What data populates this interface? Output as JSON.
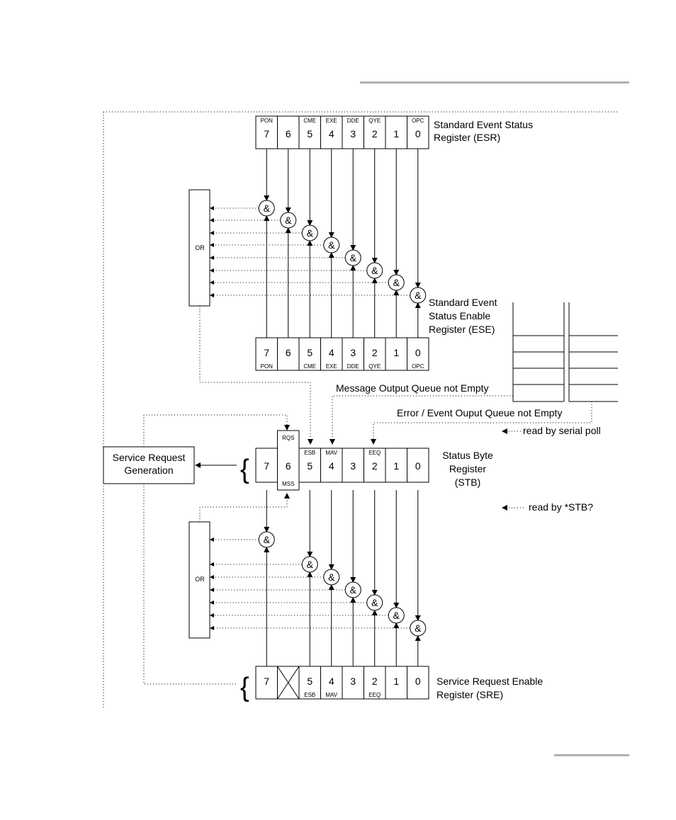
{
  "esr": {
    "title_line1": "Standard Event Status",
    "title_line2": "Register (ESR)",
    "bits": [
      "7",
      "6",
      "5",
      "4",
      "3",
      "2",
      "1",
      "0"
    ],
    "names": [
      "PON",
      "",
      "CME",
      "EXE",
      "DDE",
      "QYE",
      "",
      "OPC"
    ]
  },
  "ese": {
    "title_line1": "Standard Event",
    "title_line2": "Status Enable",
    "title_line3": "Register (ESE)",
    "bits": [
      "7",
      "6",
      "5",
      "4",
      "3",
      "2",
      "1",
      "0"
    ],
    "names": [
      "PON",
      "",
      "CME",
      "EXE",
      "DDE",
      "QYE",
      "",
      "OPC"
    ]
  },
  "stb": {
    "title_line1": "Status Byte",
    "title_line2": "Register",
    "title_line3": "(STB)",
    "bits": [
      "7",
      "6",
      "5",
      "4",
      "3",
      "2",
      "1",
      "0"
    ],
    "top_names": [
      "",
      "RQS",
      "ESB",
      "MAV",
      "",
      "EEQ",
      "",
      ""
    ],
    "rqs": "RQS",
    "mss": "MSS"
  },
  "sre": {
    "title_line1": "Service Request Enable",
    "title_line2": "Register (SRE)",
    "bits": [
      "7",
      "",
      "5",
      "4",
      "3",
      "2",
      "1",
      "0"
    ],
    "names": [
      "",
      "",
      "ESB",
      "MAV",
      "",
      "EEQ",
      "",
      ""
    ]
  },
  "or_label": "OR",
  "and_symbol": "&",
  "brace": "{",
  "service_request": {
    "line1": "Service Request",
    "line2": "Generation"
  },
  "message_queue_label": "Message Output Queue not Empty",
  "error_queue_label": "Error / Event Ouput Queue not Empty",
  "legend_serial_poll": "read by serial poll",
  "legend_stb_query": "read by *STB?"
}
